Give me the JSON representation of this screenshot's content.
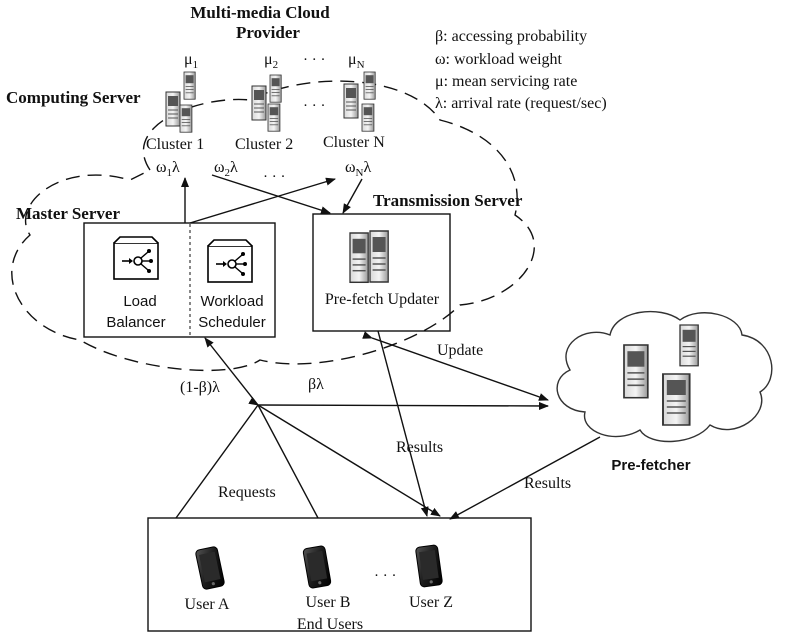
{
  "title_line1": "Multi-media Cloud",
  "title_line2": "Provider",
  "legend": [
    "β: accessing probability",
    "ω: workload weight",
    "μ: mean servicing rate",
    "λ: arrival rate (request/sec)"
  ],
  "computing_server": "Computing Server",
  "mu_labels": [
    "μ",
    "μ",
    "μ"
  ],
  "mu_subs": [
    "1",
    "2",
    "N"
  ],
  "ellipsis": "· · ·",
  "clusters": [
    "Cluster 1",
    "Cluster 2",
    "Cluster N"
  ],
  "omega_labels": [
    {
      "base": "ω",
      "sub": "1",
      "tail": "λ"
    },
    {
      "base": "ω",
      "sub": "2",
      "tail": "λ"
    },
    {
      "base": "ω",
      "sub": "N",
      "tail": "λ"
    }
  ],
  "master_server": "Master Server",
  "transmission_server": "Transmission Server",
  "load_balancer": [
    "Load",
    "Balancer"
  ],
  "workload_scheduler": [
    "Workload",
    "Scheduler"
  ],
  "prefetch_updater": "Pre-fetch Updater",
  "update_label": "Update",
  "one_minus_beta": "(1-β)λ",
  "beta_lambda": "βλ",
  "results_label": "Results",
  "results_label2": "Results",
  "prefetcher_label": "Pre-fetcher",
  "requests_label": "Requests",
  "users": [
    "User A",
    "User B",
    "User Z"
  ],
  "end_users": "End Users"
}
